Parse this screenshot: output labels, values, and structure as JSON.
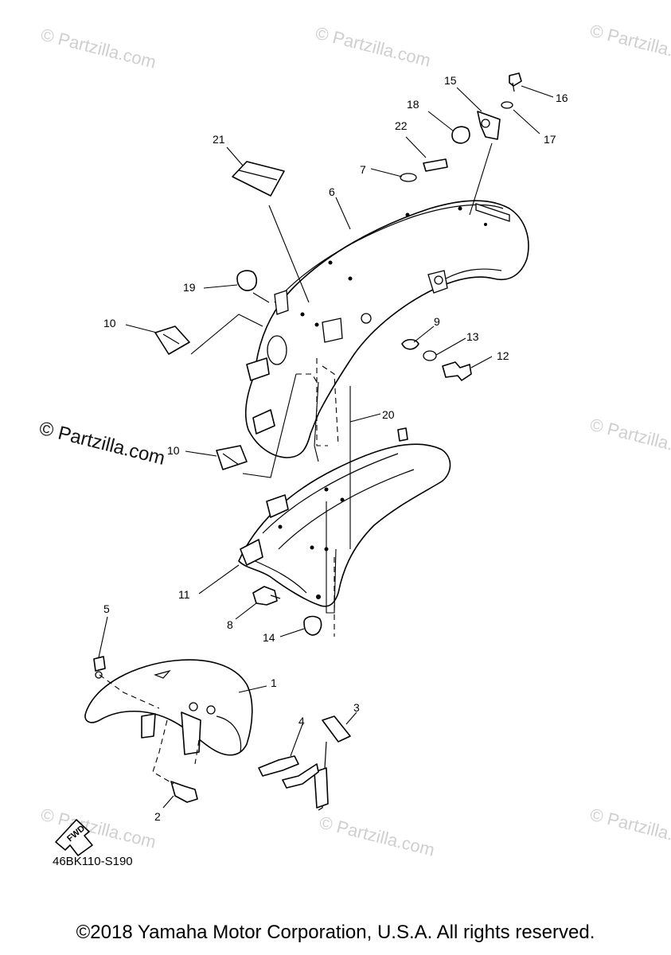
{
  "diagram": {
    "code": "46BK110-S190",
    "copyright": "©2018 Yamaha Motor Corporation, U.S.A. All rights reserved.",
    "fwd_label": "FWD",
    "watermark_main": "© Partzilla.com",
    "watermark": "© Partzilla.com",
    "callouts": [
      "1",
      "2",
      "3",
      "4",
      "5",
      "6",
      "7",
      "8",
      "9",
      "10",
      "10",
      "11",
      "12",
      "13",
      "14",
      "15",
      "16",
      "17",
      "18",
      "19",
      "20",
      "21",
      "22"
    ]
  }
}
